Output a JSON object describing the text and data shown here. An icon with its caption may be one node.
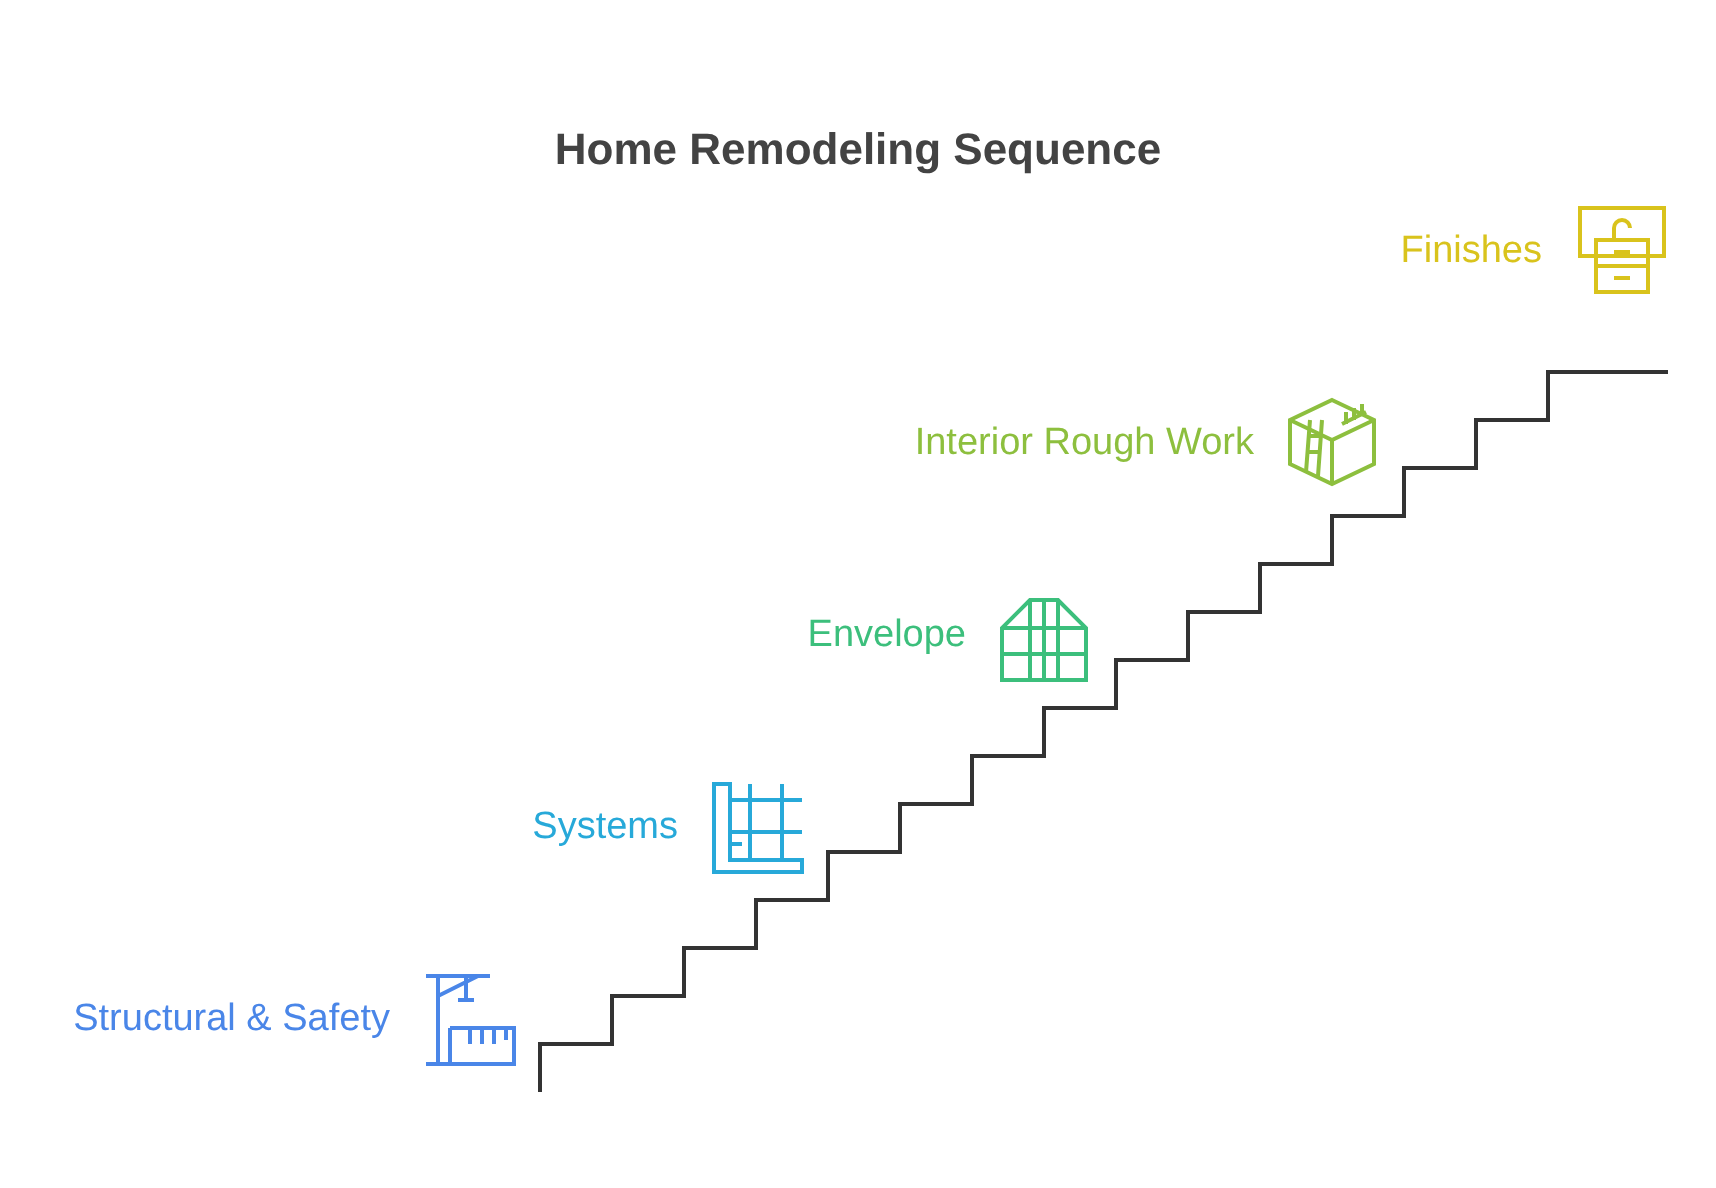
{
  "diagram": {
    "title": "Home Remodeling Sequence",
    "labels": [
      "Finishes",
      "Interior Rough Work",
      "Envelope",
      "Systems",
      "Structural & Safety"
    ]
  }
}
